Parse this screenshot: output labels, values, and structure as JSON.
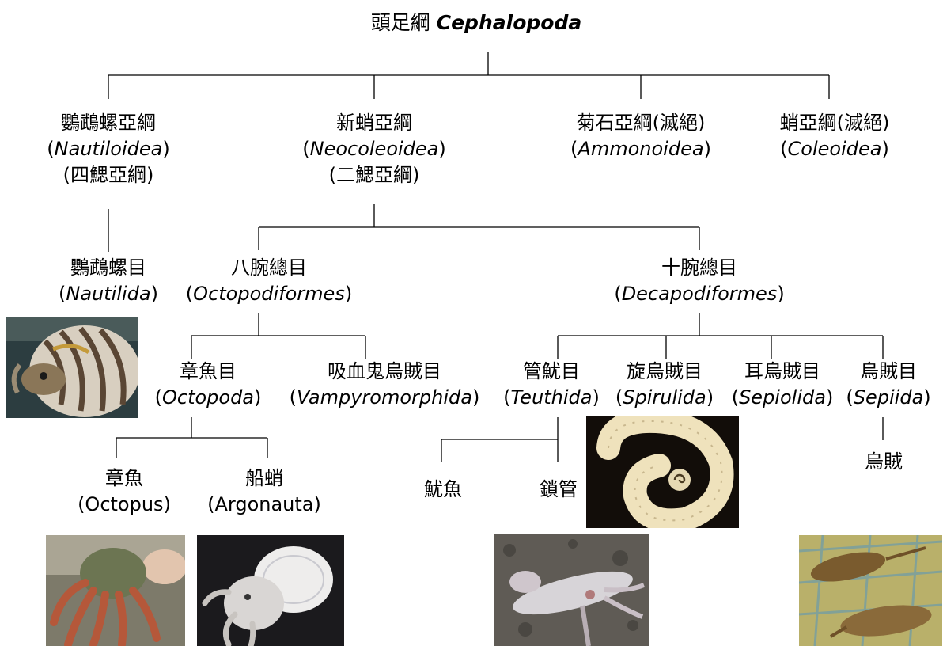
{
  "root": {
    "zh": "頭足綱",
    "latin": "Cephalopoda"
  },
  "subclasses": [
    {
      "zh": "鸚鵡螺亞綱",
      "latin": "Nautiloidea",
      "alt": "(四鰓亞綱)"
    },
    {
      "zh": "新蛸亞綱",
      "latin": "Neocoleoidea",
      "alt": "(二鰓亞綱)"
    },
    {
      "zh": "菊石亞綱(滅絕)",
      "latin": "Ammonoidea"
    },
    {
      "zh": "蛸亞綱(滅絕)",
      "latin": "Coleoidea"
    }
  ],
  "nautilida": {
    "zh": "鸚鵡螺目",
    "latin": "Nautilida"
  },
  "superorders": [
    {
      "zh": "八腕總目",
      "latin": "Octopodiformes"
    },
    {
      "zh": "十腕總目",
      "latin": "Decapodiformes"
    }
  ],
  "orders": [
    {
      "zh": "章魚目",
      "latin": "Octopoda"
    },
    {
      "zh": "吸血鬼烏賊目",
      "latin": "Vampyromorphida"
    },
    {
      "zh": "管魷目",
      "latin": "Teuthida"
    },
    {
      "zh": "旋烏賊目",
      "latin": "Spirulida"
    },
    {
      "zh": "耳烏賊目",
      "latin": "Sepiolida"
    },
    {
      "zh": "烏賊目",
      "latin": "Sepiida"
    }
  ],
  "leaves": [
    {
      "zh": "章魚",
      "latin": "(Octopus)"
    },
    {
      "zh": "船蛸",
      "latin": "(Argonauta)"
    },
    {
      "zh": "魷魚"
    },
    {
      "zh": "鎖管"
    },
    {
      "zh": "烏賊"
    }
  ],
  "photos": [
    "nautilus-photo",
    "spirula-shell-photo",
    "octopus-photo",
    "argonaut-photo",
    "squid-photo",
    "cuttlefish-photo"
  ]
}
